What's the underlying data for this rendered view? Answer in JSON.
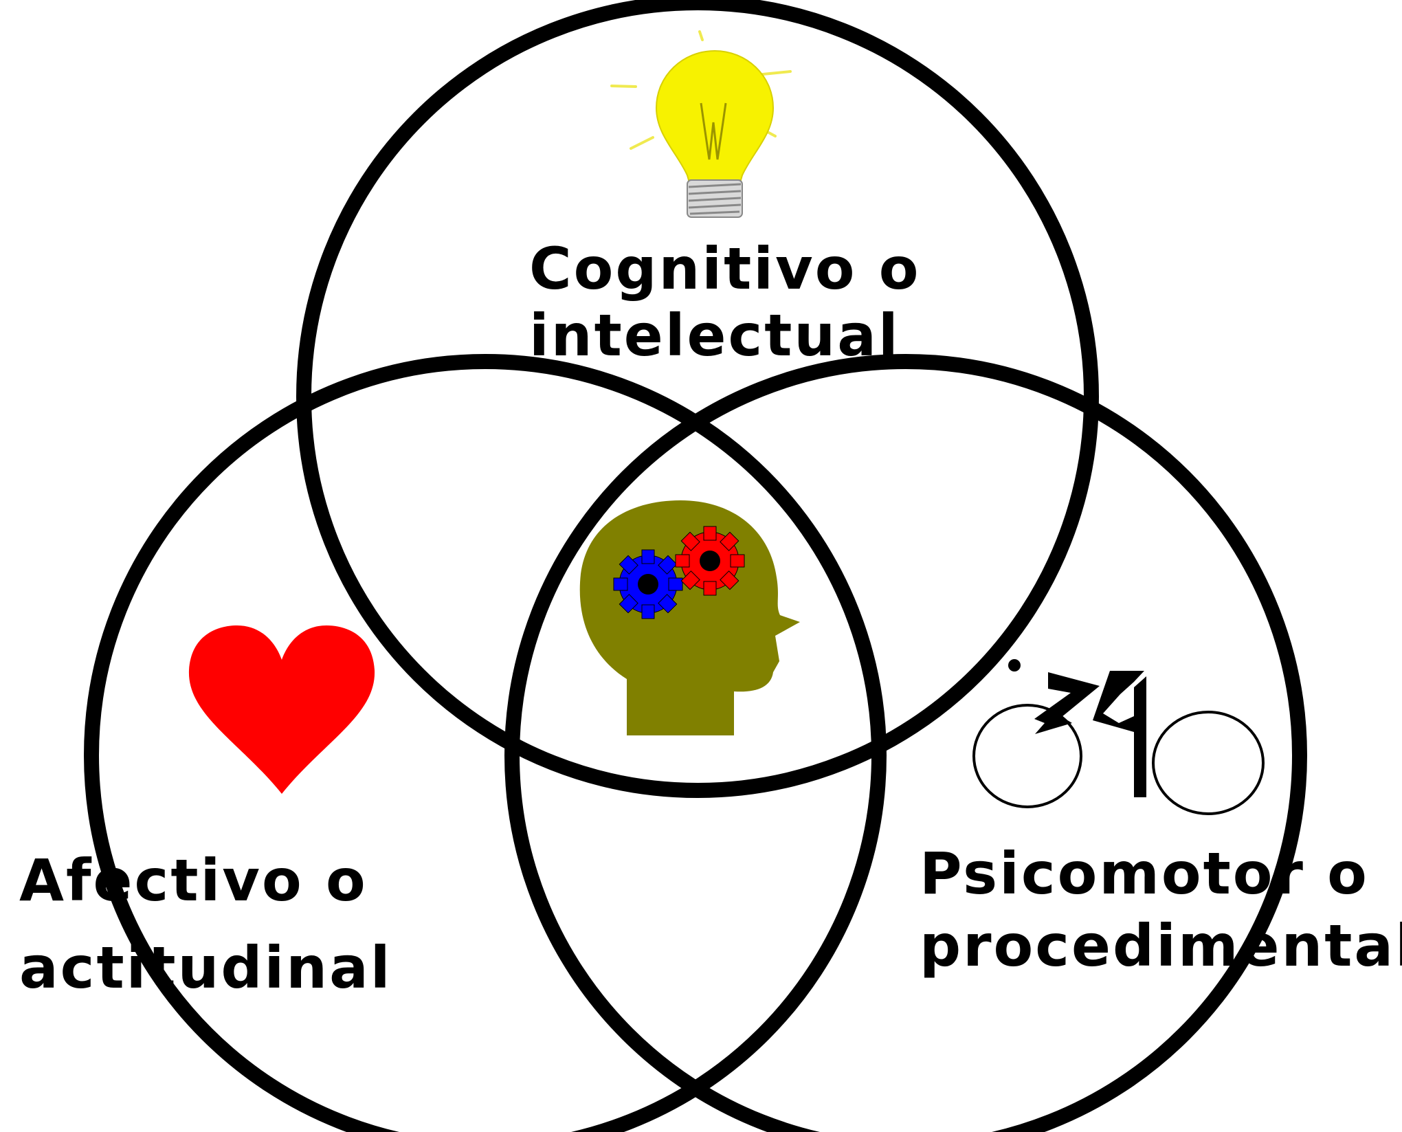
{
  "sets": [
    {
      "id": "cognitive",
      "lines": [
        "Cognitivo o",
        "intelectual"
      ],
      "icon": "lightbulb-icon",
      "icon_color": "#f7f200"
    },
    {
      "id": "affective",
      "lines": [
        "Afectivo o",
        "actitudinal"
      ],
      "icon": "heart-icon",
      "icon_color": "#ff0000"
    },
    {
      "id": "psychomotor",
      "lines": [
        "Psicomotor o",
        "procedimental"
      ],
      "icon": "cyclist-icon",
      "icon_color": "#000000"
    }
  ],
  "center": {
    "icon": "head-with-gears-icon",
    "head_color": "#808000",
    "gear_colors": [
      "#0000ff",
      "#ff0000"
    ]
  }
}
